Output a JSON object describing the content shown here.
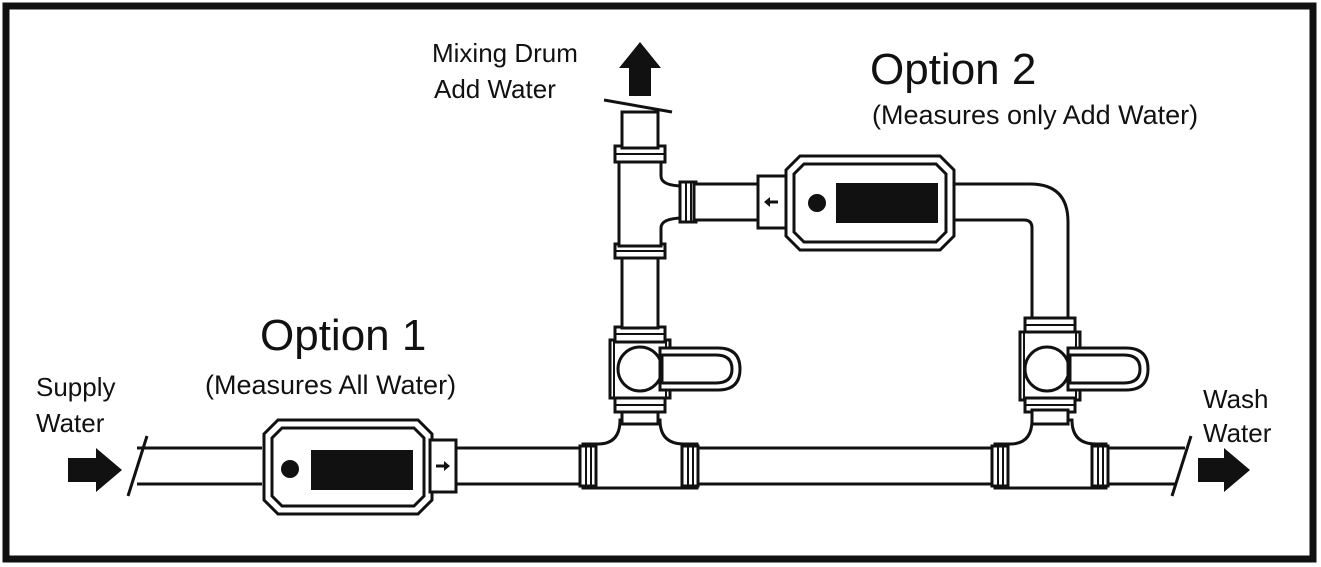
{
  "diagram": {
    "option1": {
      "title": "Option 1",
      "subtitle": "(Measures All Water)"
    },
    "option2": {
      "title": "Option 2",
      "subtitle": "(Measures only Add Water)"
    },
    "supply": {
      "line1": "Supply",
      "line2": "Water"
    },
    "wash": {
      "line1": "Wash",
      "line2": "Water"
    },
    "mixing": {
      "line1": "Mixing Drum",
      "line2": "Add Water"
    }
  },
  "colors": {
    "ink": "#111111",
    "background": "#ffffff"
  }
}
